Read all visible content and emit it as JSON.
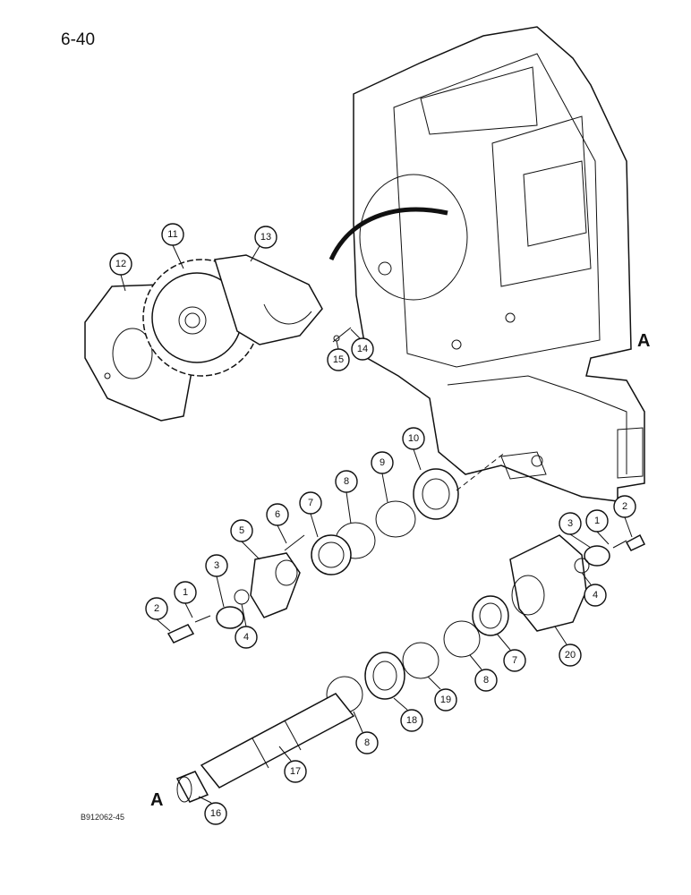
{
  "page_number": "6-40",
  "figure_code": "B912062-45",
  "reference_letter": "A",
  "callouts": [
    "1",
    "2",
    "3",
    "4",
    "5",
    "6",
    "7",
    "8",
    "9",
    "10",
    "11",
    "12",
    "13",
    "14",
    "15",
    "16",
    "17",
    "18",
    "19",
    "20"
  ]
}
